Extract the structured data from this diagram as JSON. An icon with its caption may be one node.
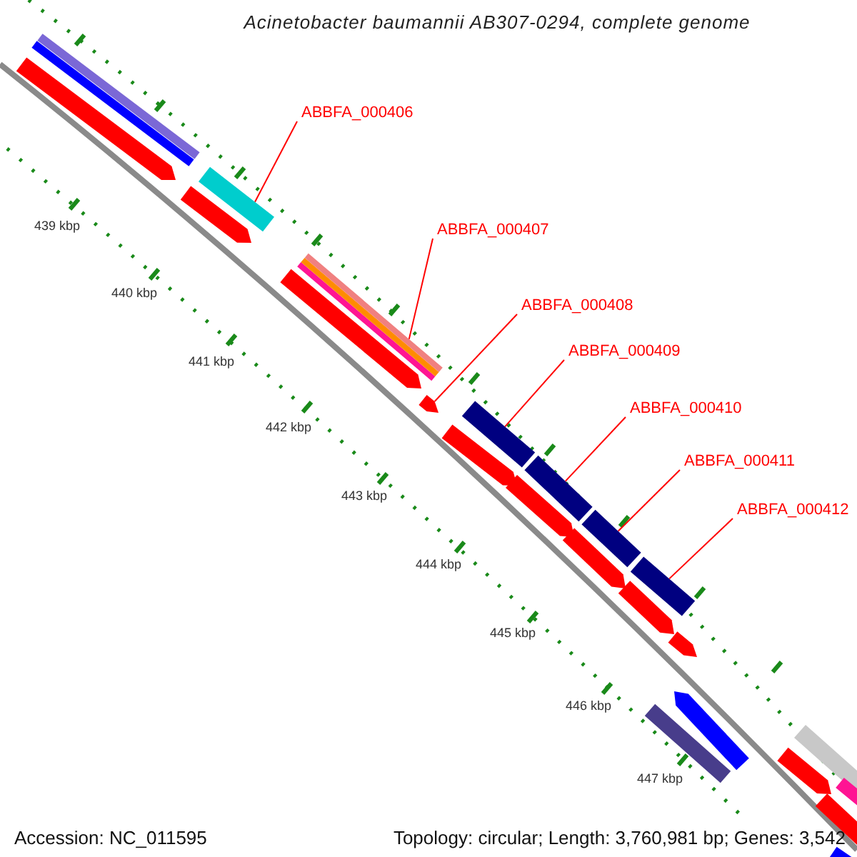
{
  "diagram": {
    "title": "Acinetobacter baumannii AB307-0294, complete genome",
    "nodes": [
      {
        "text": [
          "ABBFA_000406"
        ]
      },
      {
        "text": [],
        "shape": "bar"
      },
      {
        "text": [
          "ABBFA_000407"
        ]
      },
      {
        "text": [],
        "shape": "bar"
      },
      {
        "text": [
          "ABBFA_000408"
        ]
      },
      {
        "text": [],
        "shape": "arrow"
      },
      {
        "text": [
          "ABBFA_000409"
        ]
      },
      {
        "text": [],
        "shape": "bar"
      },
      {
        "text": [
          "ABBFA_000410"
        ]
      },
      {
        "text": [],
        "shape": "bar"
      },
      {
        "text": [
          "ABBFA_000411"
        ]
      },
      {
        "text": [],
        "shape": "bar"
      },
      {
        "text": [
          "ABBFA_000412"
        ]
      },
      {
        "text": [],
        "shape": "bar"
      }
    ],
    "edges": [
      {
        "from": 0,
        "to": 1,
        "arrow": "none"
      },
      {
        "from": 2,
        "to": 3,
        "arrow": "none"
      },
      {
        "from": 4,
        "to": 5,
        "arrow": "none"
      },
      {
        "from": 6,
        "to": 7,
        "arrow": "none"
      },
      {
        "from": 8,
        "to": 9,
        "arrow": "none"
      },
      {
        "from": 10,
        "to": 11,
        "arrow": "none"
      },
      {
        "from": 12,
        "to": 13,
        "arrow": "none"
      }
    ],
    "labels": [
      "439 kbp",
      "440 kbp",
      "441 kbp",
      "442 kbp",
      "443 kbp",
      "444 kbp",
      "445 kbp",
      "446 kbp",
      "447 kbp",
      "Accession: NC_011595",
      "Topology: circular; Length: 3,760,981 bp; Genes: 3,542"
    ]
  }
}
